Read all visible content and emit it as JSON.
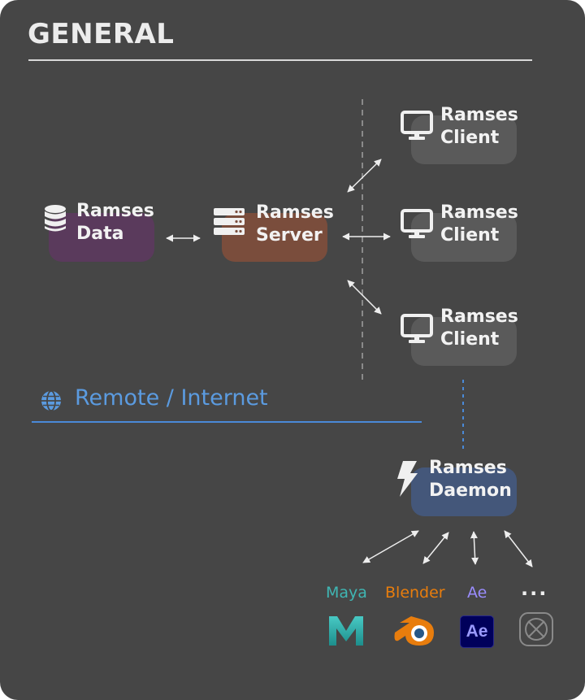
{
  "title": "GENERAL",
  "remote_label": "Remote / Internet",
  "nodes": {
    "data": {
      "line1": "Ramses",
      "line2": "Data",
      "color": "#5a3a5c"
    },
    "server": {
      "line1": "Ramses",
      "line2": "Server",
      "color": "#7a4d3c"
    },
    "client1": {
      "line1": "Ramses",
      "line2": "Client",
      "color": "#5a5a5a"
    },
    "client2": {
      "line1": "Ramses",
      "line2": "Client",
      "color": "#5a5a5a"
    },
    "client3": {
      "line1": "Ramses",
      "line2": "Client",
      "color": "#5a5a5a"
    },
    "daemon": {
      "line1": "Ramses",
      "line2": "Daemon",
      "color": "#44577a"
    }
  },
  "apps": {
    "maya": {
      "label": "Maya",
      "color": "#3fb6b3"
    },
    "blender": {
      "label": "Blender",
      "color": "#e87d0d"
    },
    "ae": {
      "label": "Ae",
      "color": "#9a8cff",
      "icon_text": "Ae"
    },
    "more": {
      "label": "..."
    }
  }
}
